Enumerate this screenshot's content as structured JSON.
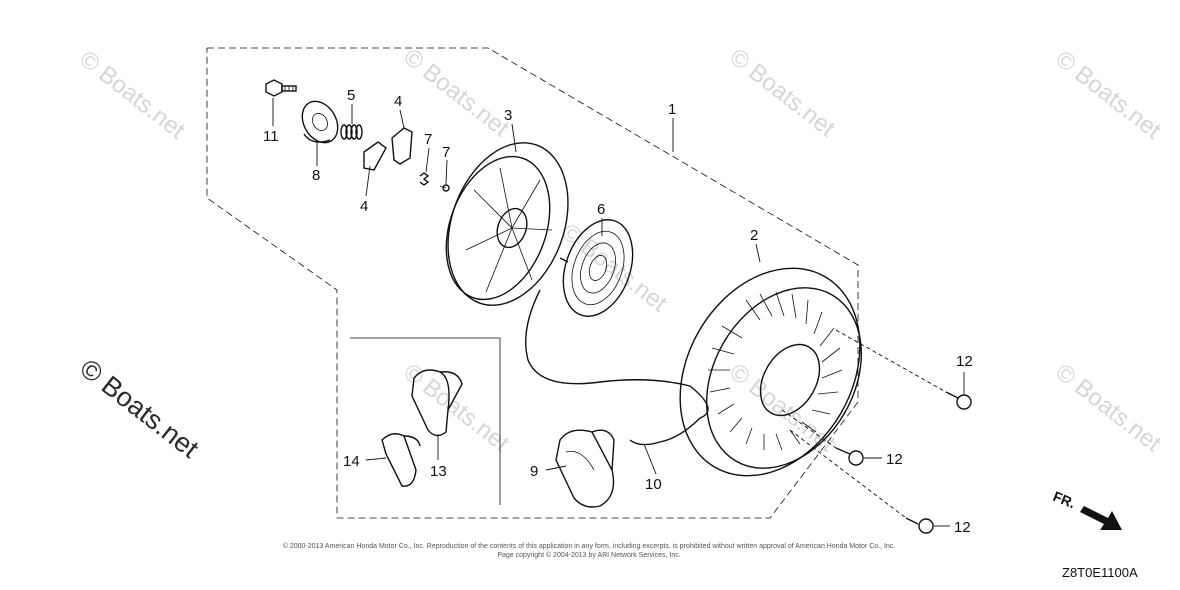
{
  "watermarks": [
    "© Boats.net",
    "© Boats.net",
    "© Boats.net",
    "© Boats.net",
    "© Boats.net",
    "© Boats.net",
    "© Boats.net",
    "© Boats.net",
    "© Boats.net"
  ],
  "copyright_line1": "© 2000-2013 American Honda Motor Co., Inc. Reproduction of the contents of this application in any form, including excerpts, is prohibited without written approval of American Honda Motor Co., Inc.",
  "copyright_line2": "Page copyright © 2004-2013 by ARI Network Services, Inc.",
  "diagram_code": "Z8T0E1100A",
  "direction_label": "FR.",
  "callouts": [
    "1",
    "2",
    "3",
    "4",
    "4",
    "5",
    "6",
    "7",
    "7",
    "8",
    "9",
    "10",
    "11",
    "12",
    "12",
    "12",
    "13",
    "14"
  ],
  "colors": {
    "line": "#111111",
    "watermark": "#d6d6d6"
  }
}
